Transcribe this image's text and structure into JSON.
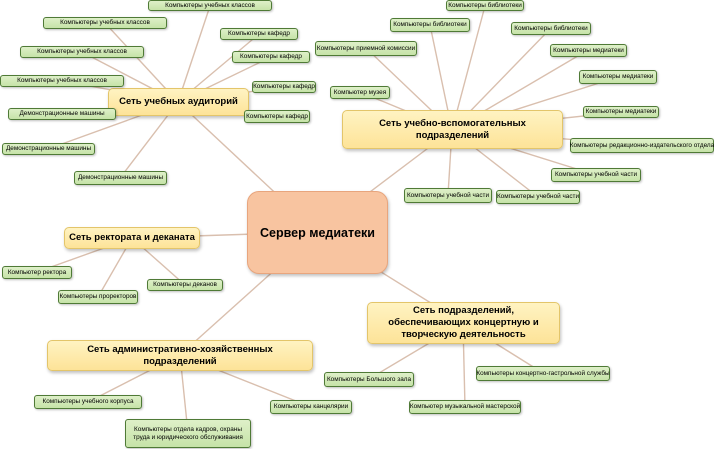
{
  "center": "Сервер медиатеки",
  "groups": {
    "classrooms": {
      "label": "Сеть учебных аудиторий",
      "leaves": [
        "Компьютеры учебных классов",
        "Компьютеры учебных классов",
        "Компьютеры учебных классов",
        "Компьютеры учебных классов",
        "Компьютеры кафедр",
        "Компьютеры кафедр",
        "Компьютеры кафедр",
        "Компьютеры кафедр",
        "Демонстрационные машины",
        "Демонстрационные машины",
        "Демонстрационные машины"
      ]
    },
    "support": {
      "label": "Сеть учебно-вспомогательных подразделений",
      "leaves": [
        "Компьютеры библиотеки",
        "Компьютеры библиотеки",
        "Компьютеры библиотеки",
        "Компьютеры приемной комиссии",
        "Компьютеры медиатеки",
        "Компьютер музея",
        "Компьютеры медиатеки",
        "Компьютеры медиатеки",
        "Компьютеры редакционно-издательского отдела",
        "Компьютеры учебной части",
        "Компьютеры учебной части",
        "Компьютеры учебной части"
      ]
    },
    "rectorate": {
      "label": "Сеть ректората и деканата",
      "leaves": [
        "Компьютер ректора",
        "Компьютеры проректоров",
        "Компьютеры деканов"
      ]
    },
    "admin": {
      "label": "Сеть административно-хозяйственных подразделений",
      "leaves": [
        "Компьютеры учебного корпуса",
        "Компьютеры отдела кадров, охраны труда и юридического обслуживания",
        "Компьютеры канцелярии"
      ]
    },
    "creative": {
      "label": "Сеть подразделений, обеспечивающих концертную и творческую деятельность",
      "leaves": [
        "Компьютеры Большого зала",
        "Компьютер музыкальной мастерской",
        "Компьютеры концертно-гастрольной службы"
      ]
    }
  }
}
